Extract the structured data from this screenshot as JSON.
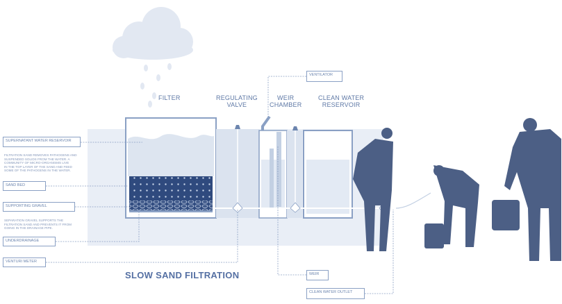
{
  "title": "SLOW SAND FILTRATION",
  "colors": {
    "accent": "#5570a3",
    "light_fill": "#dbe3ef",
    "mid_fill": "#c3d0e3",
    "sand": "#2f4a7e",
    "line": "#8aa0c4"
  },
  "headers": {
    "filter": "FILTER",
    "regulating_valve": "REGULATING\nVALVE",
    "weir_chamber": "WEIR\nCHAMBER",
    "clean_water_reservoir": "CLEAN WATER\nRESERVOIR"
  },
  "callouts": {
    "supernatant": "SUPERNATANT WATER RESERVOIR",
    "sand_bed": "SAND BED",
    "supporting_gravel": "SUPPORTING GRAVEL",
    "underdrainage": "UNDERDRAINAGE",
    "venturi_meter": "VENTURI METER",
    "ventilator": "VENTILATOR",
    "weir": "WEIR",
    "clean_water_outlet": "CLEAN WATER OUTLET"
  },
  "notes": {
    "sand_bed_note": "FILTRATION SAND REMOVES PATHOGENS AND\nSUSPENDED SOLIDS FROM THE WATER. A\nCOMMUNITY OF MICRO-ORGANISMS LIVE\nIN THE TOP LAYER OF THE SAND AND FEED\nSOME OF THE PATHOGENS IN THE WATER.",
    "gravel_note": "SEPARATION GRAVEL SUPPORTS THE\nFILTRATION SAND AND PREVENTS IT FROM\nGOING IN THE DRAINAGE PIPE."
  }
}
